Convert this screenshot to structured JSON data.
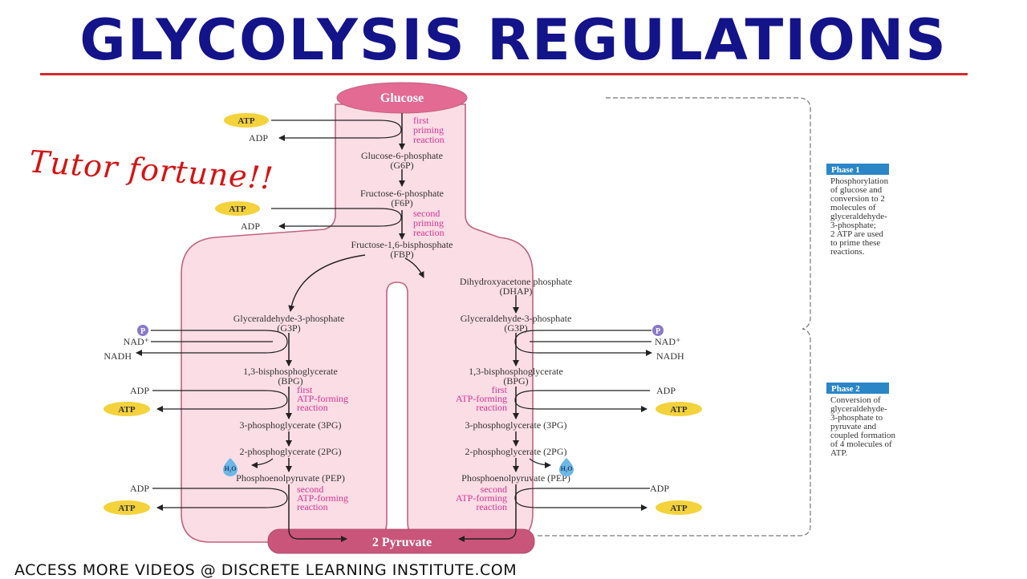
{
  "header": {
    "title": "GLYCOLYSIS REGULATIONS"
  },
  "annotation": {
    "handwritten": "Tutor fortune!!"
  },
  "footer": {
    "text": "ACCESS MORE VIDEOS @ DISCRETE LEARNING INSTITUTE.COM"
  },
  "diagram": {
    "start": "Glucose",
    "end": "2 Pyruvate",
    "atp": "ATP",
    "adp": "ADP",
    "nad": "NAD⁺",
    "nadh": "NADH",
    "phosphate": "P",
    "water": "H₂O",
    "first_priming": [
      "first",
      "priming",
      "reaction"
    ],
    "second_priming": [
      "second",
      "priming",
      "reaction"
    ],
    "first_atp_forming": [
      "first",
      "ATP-forming",
      "reaction"
    ],
    "second_atp_forming": [
      "second",
      "ATP-forming",
      "reaction"
    ],
    "g6p": [
      "Glucose-6-phosphate",
      "(G6P)"
    ],
    "f6p": [
      "Fructose-6-phosphate",
      "(F6P)"
    ],
    "fbp": [
      "Fructose-1,6-bisphosphate",
      "(FBP)"
    ],
    "dhap": [
      "Dihydroxyacetone phosphate",
      "(DHAP)"
    ],
    "g3p": [
      "Glyceraldehyde-3-phosphate",
      "(G3P)"
    ],
    "bpg": [
      "1,3-bisphosphoglycerate",
      "(BPG)"
    ],
    "pg3": "3-phosphoglycerate (3PG)",
    "pg2": "2-phosphoglycerate (2PG)",
    "pep": "Phosphoenolpyruvate (PEP)"
  },
  "phases": [
    {
      "tag": "Phase 1",
      "lines": [
        "Phosphorylation",
        "of glucose and",
        "conversion to 2",
        "molecules of",
        "glyceraldehyde-",
        "3-phosphate;",
        "2 ATP are used",
        "to prime these",
        "reactions."
      ]
    },
    {
      "tag": "Phase 2",
      "lines": [
        "Conversion of",
        "glyceraldehyde-",
        "3-phosphate to",
        "pyruvate and",
        "coupled formation",
        "of 4 molecules of",
        "ATP."
      ]
    }
  ],
  "colors": {
    "title": "#13138a",
    "rule": "#d42a2a",
    "body_fill": "#fbdde6",
    "body_stroke": "#c2637f",
    "glucose_fill": "#e36a93",
    "pyruvate_fill": "#c9557a",
    "atp_fill": "#f4d23c",
    "phosphate_fill": "#8a79c8",
    "water_fill": "#6cb8e6",
    "phase_tag_fill": "#2a86c7",
    "pink_text": "#d4358f"
  }
}
